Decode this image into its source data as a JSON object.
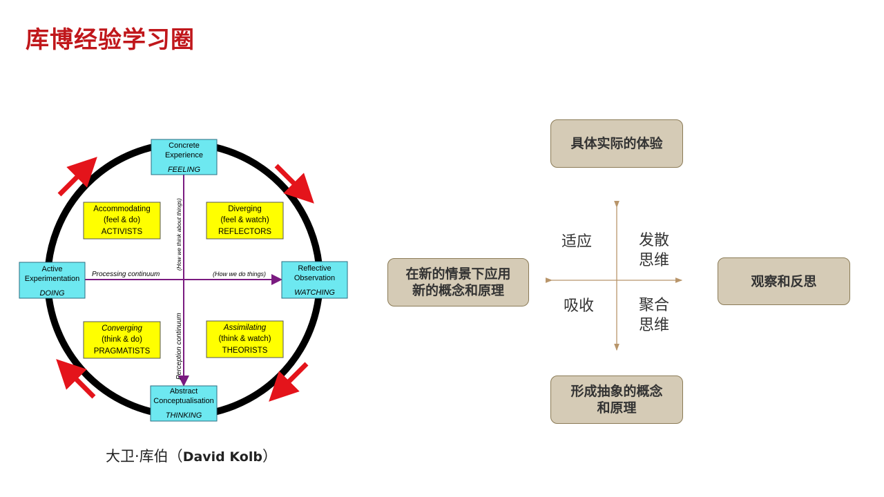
{
  "title": "库博经验学习圈",
  "caption": {
    "cn": "大卫·库伯（",
    "en": "David Kolb",
    "close": "）"
  },
  "kolb": {
    "top": {
      "line1": "Concrete",
      "line2": "Experience",
      "italic": "FEELING"
    },
    "right": {
      "line1": "Reflective",
      "line2": "Observation",
      "italic": "WATCHING"
    },
    "bottom": {
      "line1": "Abstract",
      "line2": "Conceptualisation",
      "italic": "THINKING"
    },
    "left": {
      "line1": "Active",
      "line2": "Experimentation",
      "italic": "DOING"
    },
    "q_tl": {
      "a": "Accommodating",
      "b": "(feel & do)",
      "c": "ACTIVISTS"
    },
    "q_tr": {
      "a": "Diverging",
      "b": "(feel & watch)",
      "c": "REFLECTORS"
    },
    "q_bl": {
      "a": "Converging",
      "b": "(think & do)",
      "c": "PRAGMATISTS"
    },
    "q_br": {
      "a": "Assimilating",
      "b": "(think & watch)",
      "c": "THEORISTS"
    },
    "processing": "Processing continuum",
    "how_do": "(How we do things)",
    "perception": "Perception continuum",
    "how_think": "(How we think about things)"
  },
  "right_diagram": {
    "top_box": "具体实际的体验",
    "left_box_1": "在新的情景下应用",
    "left_box_2": "新的概念和原理",
    "right_box": "观察和反思",
    "bottom_box_1": "形成抽象的概念",
    "bottom_box_2": "和原理",
    "q_tl": "适应",
    "q_tr_1": "发散",
    "q_tr_2": "思维",
    "q_bl": "吸收",
    "q_br_1": "聚合",
    "q_br_2": "思维"
  },
  "colors": {
    "title": "#c0171b",
    "cyan": "#6de8f0",
    "yellow": "#ffff00",
    "purple": "#7a1a80",
    "red_arrow": "#e4141b",
    "tan": "#d5cbb6",
    "tan_axis": "#b8956a"
  }
}
